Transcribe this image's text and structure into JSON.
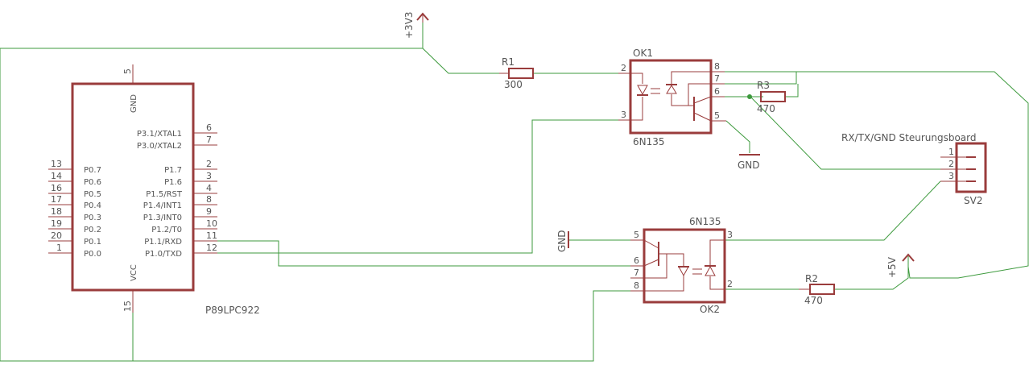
{
  "colors": {
    "wire": "#3d9a3d",
    "part": "#9a3c3c",
    "text": "#555555",
    "junction": "#3d9a3d"
  },
  "supplies": {
    "v33": "+3V3",
    "v5": "+5V",
    "gnd1": "GND",
    "gnd2": "GND"
  },
  "mcu": {
    "name": "P89LPC922",
    "pins": {
      "vcc": {
        "name": "VCC",
        "num": "15"
      },
      "gnd": {
        "name": "GND",
        "num": "5"
      },
      "p31": {
        "name": "P3.1/XTAL1",
        "num": "6"
      },
      "p30": {
        "name": "P3.0/XTAL2",
        "num": "7"
      },
      "p17": {
        "name": "P1.7",
        "num": "2"
      },
      "p16": {
        "name": "P1.6",
        "num": "3"
      },
      "p15": {
        "name": "P1.5/RST",
        "num": "4"
      },
      "p14": {
        "name": "P1.4/INT1",
        "num": "8"
      },
      "p13": {
        "name": "P1.3/INT0",
        "num": "9"
      },
      "p12": {
        "name": "P1.2/T0",
        "num": "10"
      },
      "p11": {
        "name": "P1.1/RXD",
        "num": "11"
      },
      "p10": {
        "name": "P1.0/TXD",
        "num": "12"
      },
      "p07": {
        "name": "P0.7",
        "num": "13"
      },
      "p06": {
        "name": "P0.6",
        "num": "14"
      },
      "p05": {
        "name": "P0.5",
        "num": "16"
      },
      "p04": {
        "name": "P0.4",
        "num": "17"
      },
      "p03": {
        "name": "P0.3",
        "num": "18"
      },
      "p02": {
        "name": "P0.2",
        "num": "19"
      },
      "p01": {
        "name": "P0.1",
        "num": "20"
      },
      "p00": {
        "name": "P0.0",
        "num": "1"
      }
    }
  },
  "r1": {
    "name": "R1",
    "value": "300"
  },
  "r2": {
    "name": "R2",
    "value": "470"
  },
  "r3": {
    "name": "R3",
    "value": "470"
  },
  "ok1": {
    "name": "OK1",
    "part": "6N135",
    "pins": {
      "p2": "2",
      "p3": "3",
      "p5": "5",
      "p6": "6",
      "p7": "7",
      "p8": "8"
    }
  },
  "ok2": {
    "name": "OK2",
    "part": "6N135",
    "pins": {
      "p2": "2",
      "p3": "3",
      "p5": "5",
      "p6": "6",
      "p7": "7",
      "p8": "8"
    }
  },
  "sv2": {
    "name": "SV2",
    "label": "RX/TX/GND Steurungsboard",
    "pins": {
      "p1": "1",
      "p2": "2",
      "p3": "3"
    }
  }
}
